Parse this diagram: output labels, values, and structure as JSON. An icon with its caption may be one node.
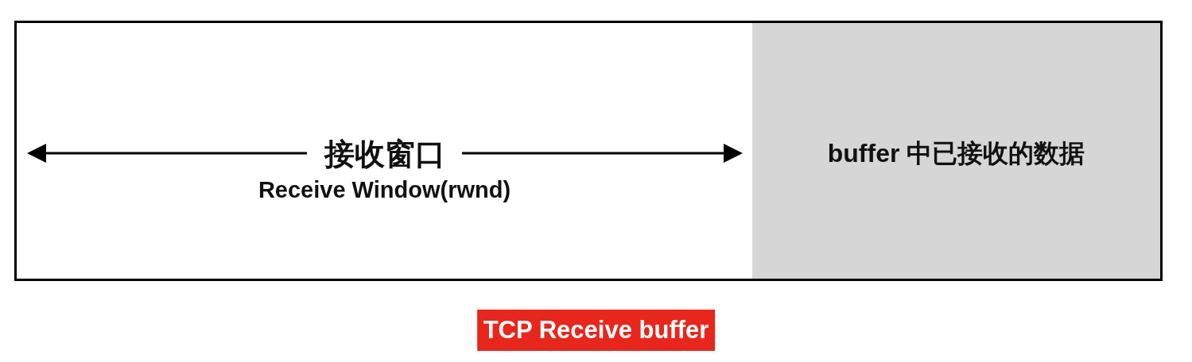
{
  "diagram": {
    "caption": "TCP Receive buffer",
    "nodes": [
      {
        "text": [
          "接收窗口",
          "Receive Window(rwnd)"
        ]
      },
      {
        "text": [
          "buffer 中已接收的数据"
        ]
      }
    ]
  }
}
